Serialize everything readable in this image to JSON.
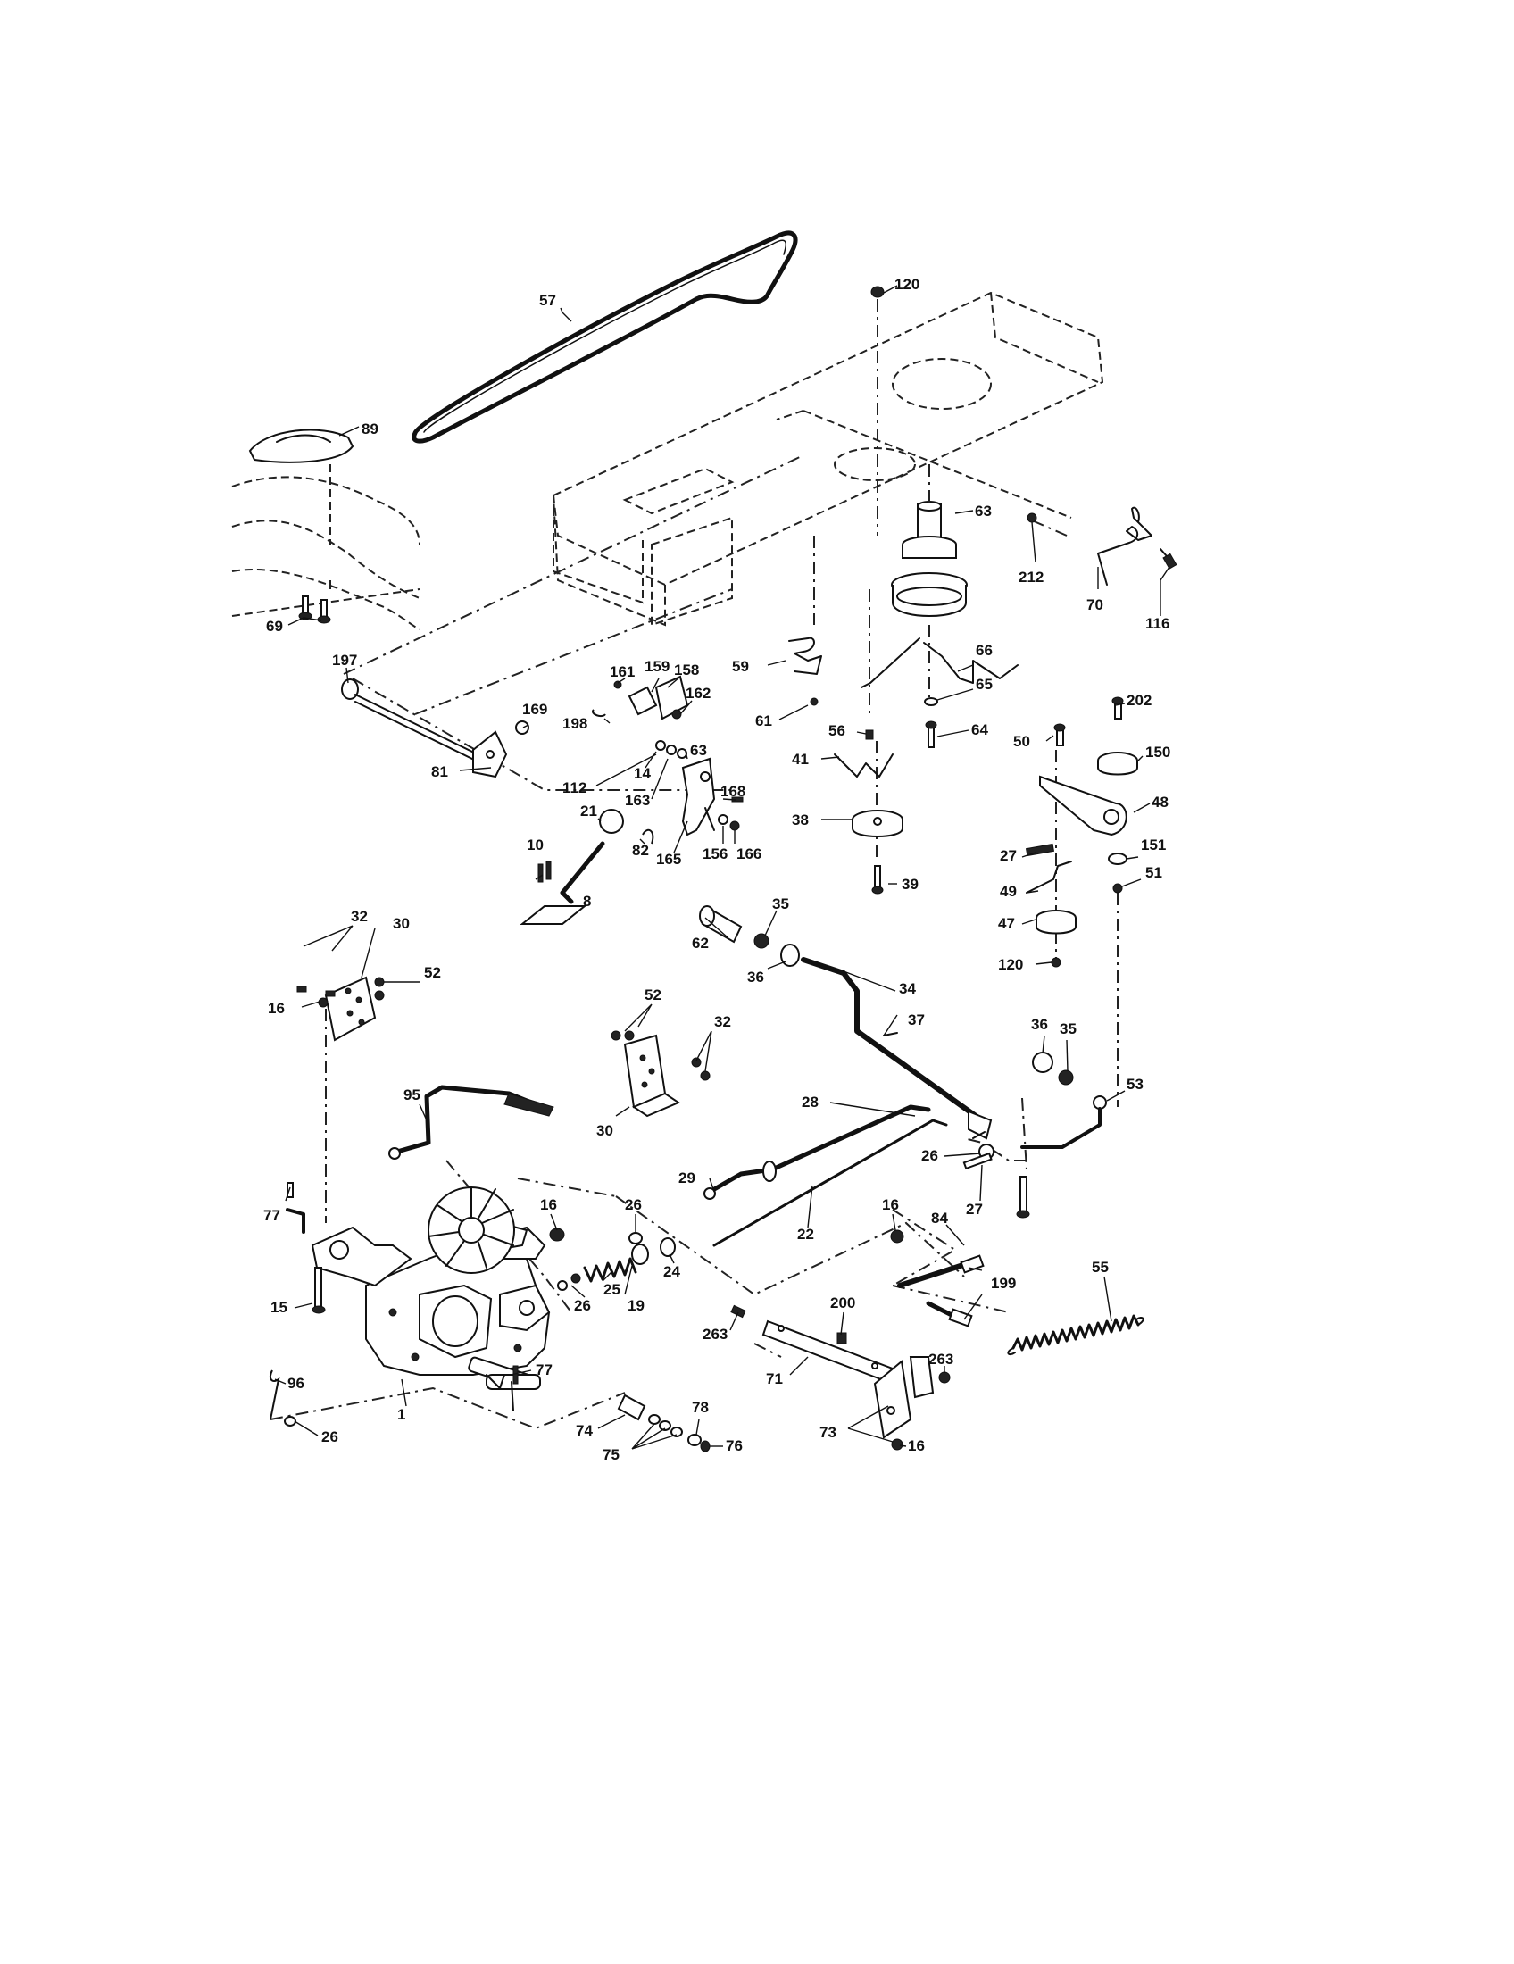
{
  "diagram": {
    "labels": [
      {
        "id": "57",
        "text": "57",
        "ref": "drive-belt"
      },
      {
        "id": "120a",
        "text": "120",
        "ref": "nut-top"
      },
      {
        "id": "89",
        "text": "89",
        "ref": "pedal-pad"
      },
      {
        "id": "63",
        "text": "63",
        "ref": "transmission-pulley"
      },
      {
        "id": "212",
        "text": "212",
        "ref": "frame-nut"
      },
      {
        "id": "70",
        "text": "70",
        "ref": "belt-keeper-rod"
      },
      {
        "id": "116",
        "text": "116",
        "ref": "keeper-bolt"
      },
      {
        "id": "69",
        "text": "69",
        "ref": "frame-bolts"
      },
      {
        "id": "197",
        "text": "197",
        "ref": "shaft-bushing"
      },
      {
        "id": "161",
        "text": "161",
        "ref": "screw"
      },
      {
        "id": "159",
        "text": "159",
        "ref": "bracket"
      },
      {
        "id": "158",
        "text": "158",
        "ref": "plate"
      },
      {
        "id": "162",
        "text": "162",
        "ref": "spacer"
      },
      {
        "id": "59",
        "text": "59",
        "ref": "belt-guide"
      },
      {
        "id": "66",
        "text": "66",
        "ref": "belt-keeper"
      },
      {
        "id": "65",
        "text": "65",
        "ref": "washer"
      },
      {
        "id": "61",
        "text": "61",
        "ref": "guide-bolt"
      },
      {
        "id": "56",
        "text": "56",
        "ref": "keeper-bolt-2"
      },
      {
        "id": "64",
        "text": "64",
        "ref": "pulley-bolt"
      },
      {
        "id": "202",
        "text": "202",
        "ref": "idler-bolt"
      },
      {
        "id": "150",
        "text": "150",
        "ref": "idler-pulley-flat"
      },
      {
        "id": "50",
        "text": "50",
        "ref": "arm-bolt"
      },
      {
        "id": "48",
        "text": "48",
        "ref": "idler-arm"
      },
      {
        "id": "169",
        "text": "169",
        "ref": "bushing-169"
      },
      {
        "id": "198",
        "text": "198",
        "ref": "washer-198"
      },
      {
        "id": "14",
        "text": "14",
        "ref": "pin-14"
      },
      {
        "id": "63b",
        "text": "63",
        "ref": "part-63"
      },
      {
        "id": "81",
        "text": "81",
        "ref": "brake-shaft"
      },
      {
        "id": "112",
        "text": "112",
        "ref": "part-112"
      },
      {
        "id": "163",
        "text": "163",
        "ref": "part-163"
      },
      {
        "id": "168",
        "text": "168",
        "ref": "part-168"
      },
      {
        "id": "41",
        "text": "41",
        "ref": "belt-keeper-41"
      },
      {
        "id": "21",
        "text": "21",
        "ref": "knob"
      },
      {
        "id": "82",
        "text": "82",
        "ref": "clip"
      },
      {
        "id": "165",
        "text": "165",
        "ref": "lever-bracket"
      },
      {
        "id": "156",
        "text": "156",
        "ref": "washer-156"
      },
      {
        "id": "166",
        "text": "166",
        "ref": "nut-166"
      },
      {
        "id": "38",
        "text": "38",
        "ref": "idler-pulley-38"
      },
      {
        "id": "39",
        "text": "39",
        "ref": "bolt-39"
      },
      {
        "id": "27a",
        "text": "27",
        "ref": "bolt-27"
      },
      {
        "id": "151",
        "text": "151",
        "ref": "spacer-151"
      },
      {
        "id": "51",
        "text": "51",
        "ref": "nut-51"
      },
      {
        "id": "10",
        "text": "10",
        "ref": "screws-10"
      },
      {
        "id": "8",
        "text": "8",
        "ref": "shift-lever"
      },
      {
        "id": "49",
        "text": "49",
        "ref": "belt-guide-49"
      },
      {
        "id": "47",
        "text": "47",
        "ref": "idler-47"
      },
      {
        "id": "120b",
        "text": "120",
        "ref": "nut-120"
      },
      {
        "id": "32a",
        "text": "32",
        "ref": "bolts-32"
      },
      {
        "id": "30a",
        "text": "30",
        "ref": "bracket-30"
      },
      {
        "id": "52a",
        "text": "52",
        "ref": "nuts-52"
      },
      {
        "id": "16a",
        "text": "16",
        "ref": "nut-16"
      },
      {
        "id": "62",
        "text": "62",
        "ref": "bushing-62"
      },
      {
        "id": "35a",
        "text": "35",
        "ref": "washer-35"
      },
      {
        "id": "36a",
        "text": "36",
        "ref": "washer-36"
      },
      {
        "id": "34",
        "text": "34",
        "ref": "clutch-shaft"
      },
      {
        "id": "37",
        "text": "37",
        "ref": "pin-37"
      },
      {
        "id": "52b",
        "text": "52",
        "ref": "nuts-52b"
      },
      {
        "id": "32b",
        "text": "32",
        "ref": "bolts-32b"
      },
      {
        "id": "36b",
        "text": "36",
        "ref": "washer-36b"
      },
      {
        "id": "35b",
        "text": "35",
        "ref": "washer-35b"
      },
      {
        "id": "53",
        "text": "53",
        "ref": "rod-53"
      },
      {
        "id": "95",
        "text": "95",
        "ref": "rod-95"
      },
      {
        "id": "30b",
        "text": "30",
        "ref": "bracket-30b"
      },
      {
        "id": "28",
        "text": "28",
        "ref": "rod-28"
      },
      {
        "id": "26a",
        "text": "26",
        "ref": "washer-26"
      },
      {
        "id": "27b",
        "text": "27",
        "ref": "bolt-27b"
      },
      {
        "id": "29",
        "text": "29",
        "ref": "rod-end-29"
      },
      {
        "id": "22",
        "text": "22",
        "ref": "rod-22"
      },
      {
        "id": "77a",
        "text": "77",
        "ref": "key-77"
      },
      {
        "id": "16b",
        "text": "16",
        "ref": "nut-16b"
      },
      {
        "id": "26b",
        "text": "26",
        "ref": "washer-26b"
      },
      {
        "id": "24",
        "text": "24",
        "ref": "collar-24"
      },
      {
        "id": "16c",
        "text": "16",
        "ref": "nut-16c"
      },
      {
        "id": "84",
        "text": "84",
        "ref": "axle-84"
      },
      {
        "id": "55",
        "text": "55",
        "ref": "spring-55"
      },
      {
        "id": "19",
        "text": "19",
        "ref": "spacer-19"
      },
      {
        "id": "26c",
        "text": "26",
        "ref": "washer-26c"
      },
      {
        "id": "25",
        "text": "25",
        "ref": "spring-25"
      },
      {
        "id": "199",
        "text": "199",
        "ref": "pin-199"
      },
      {
        "id": "15",
        "text": "15",
        "ref": "bolt-15"
      },
      {
        "id": "200",
        "text": "200",
        "ref": "bolt-200"
      },
      {
        "id": "263a",
        "text": "263",
        "ref": "bolt-263"
      },
      {
        "id": "263b",
        "text": "263",
        "ref": "bolt-263b"
      },
      {
        "id": "71",
        "text": "71",
        "ref": "plate-71"
      },
      {
        "id": "96",
        "text": "96",
        "ref": "cotter-96"
      },
      {
        "id": "77b",
        "text": "77",
        "ref": "key-77b"
      },
      {
        "id": "1",
        "text": "1",
        "ref": "transaxle"
      },
      {
        "id": "26d",
        "text": "26",
        "ref": "washer-26d"
      },
      {
        "id": "78",
        "text": "78",
        "ref": "washer-78"
      },
      {
        "id": "74",
        "text": "74",
        "ref": "bushing-74"
      },
      {
        "id": "75",
        "text": "75",
        "ref": "washers-75"
      },
      {
        "id": "76",
        "text": "76",
        "ref": "nut-76"
      },
      {
        "id": "73",
        "text": "73",
        "ref": "bracket-73"
      },
      {
        "id": "16d",
        "text": "16",
        "ref": "nut-16d"
      }
    ]
  }
}
